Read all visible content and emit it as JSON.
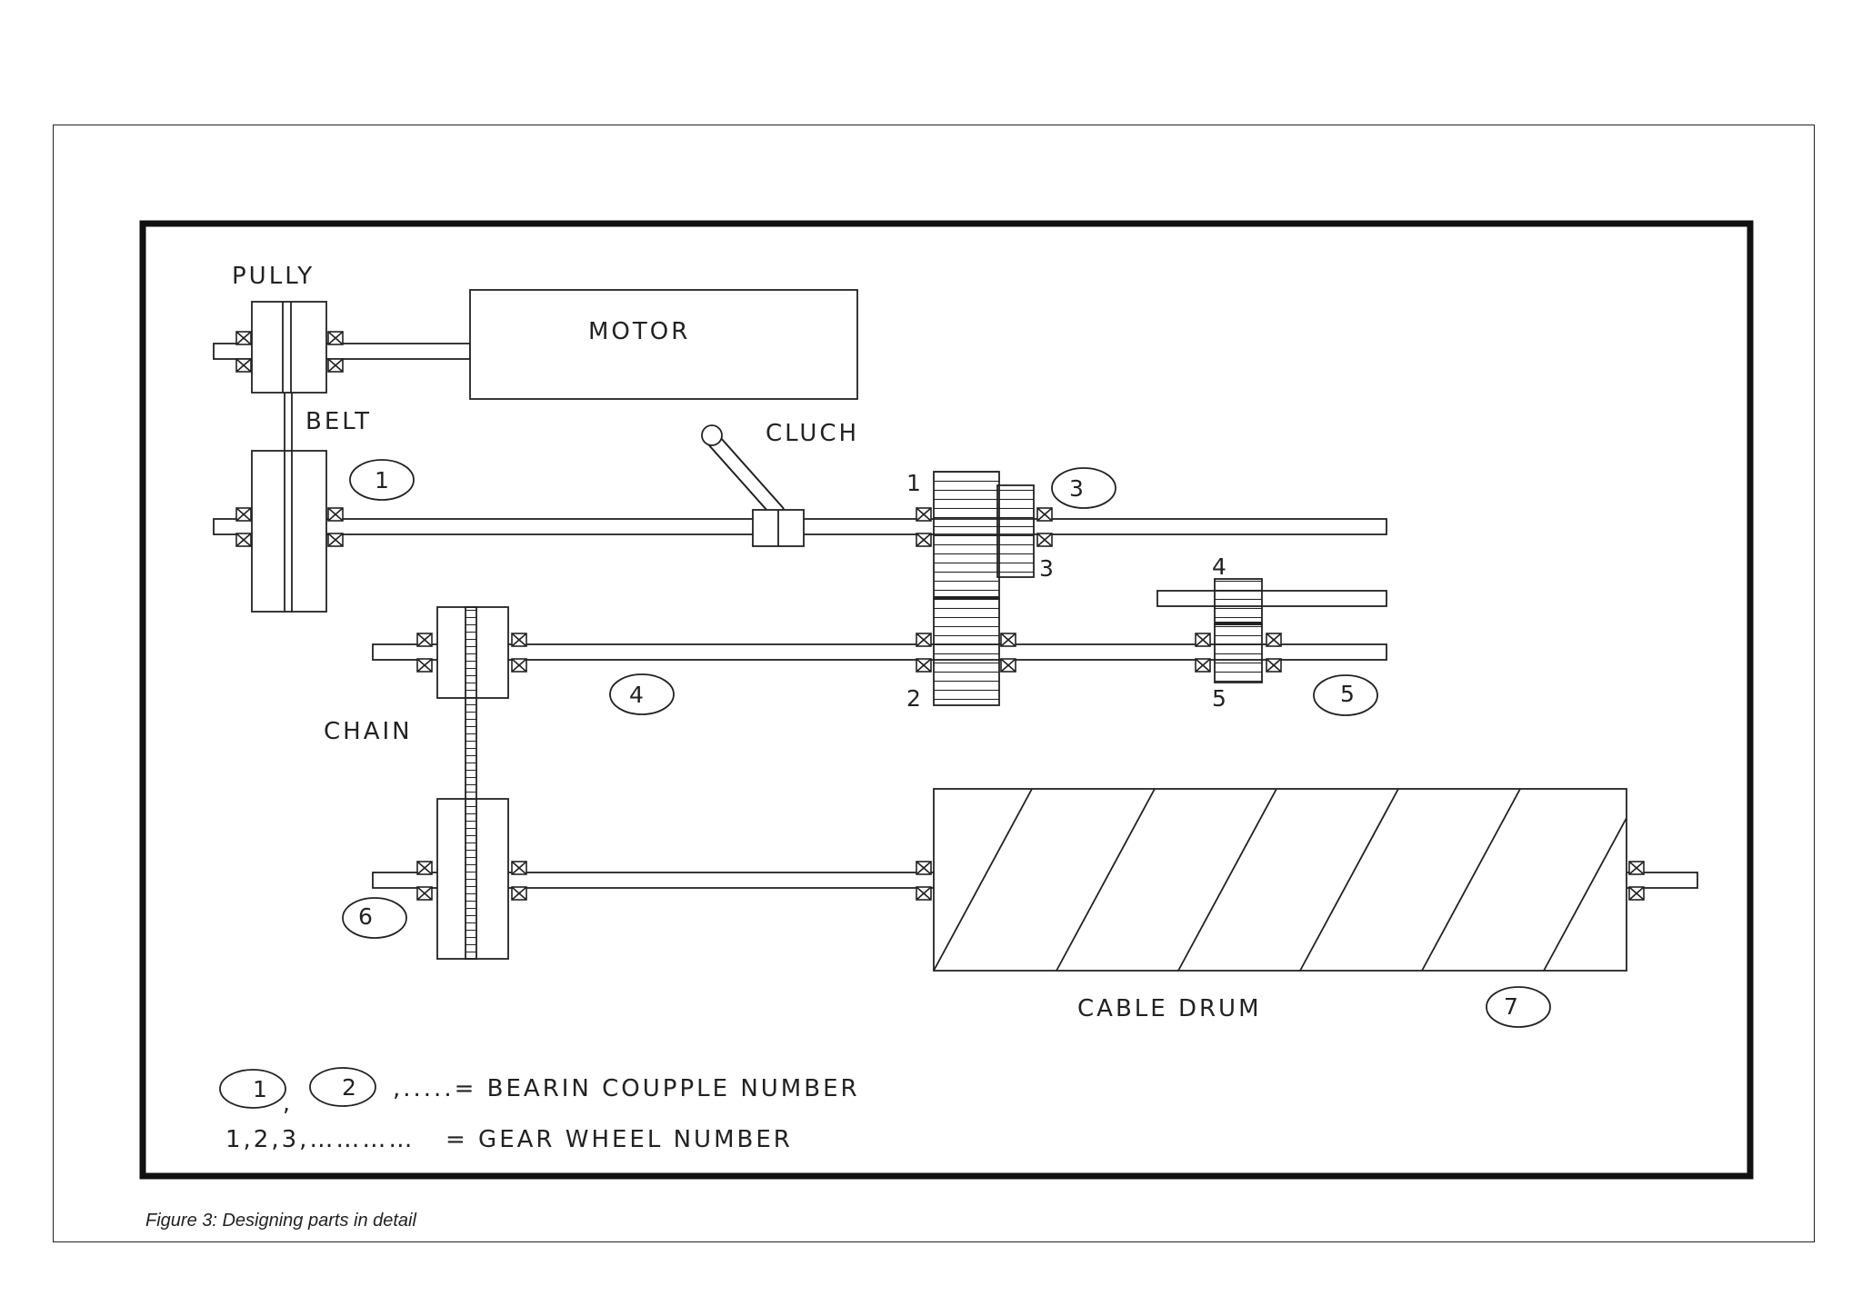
{
  "labels": {
    "pulley": "PULLY",
    "motor": "MOTOR",
    "belt": "BELT",
    "clutch": "CLUCH",
    "chain": "CHAIN",
    "cable_drum": "CABLE DRUM"
  },
  "bearing_couple_numbers": [
    "1",
    "3",
    "4",
    "5",
    "6",
    "7"
  ],
  "gear_wheel_numbers": [
    "1",
    "2",
    "3",
    "4",
    "5"
  ],
  "legend": {
    "bearing_circles": [
      "1",
      "2"
    ],
    "bearing_comma": ",",
    "bearing_text": ",.....= BEARIN COUPPLE NUMBER",
    "gear_prefix": "1,2,3,…………",
    "gear_text": "= GEAR WHEEL NUMBER"
  },
  "caption": "Figure 3: Designing parts in detail"
}
